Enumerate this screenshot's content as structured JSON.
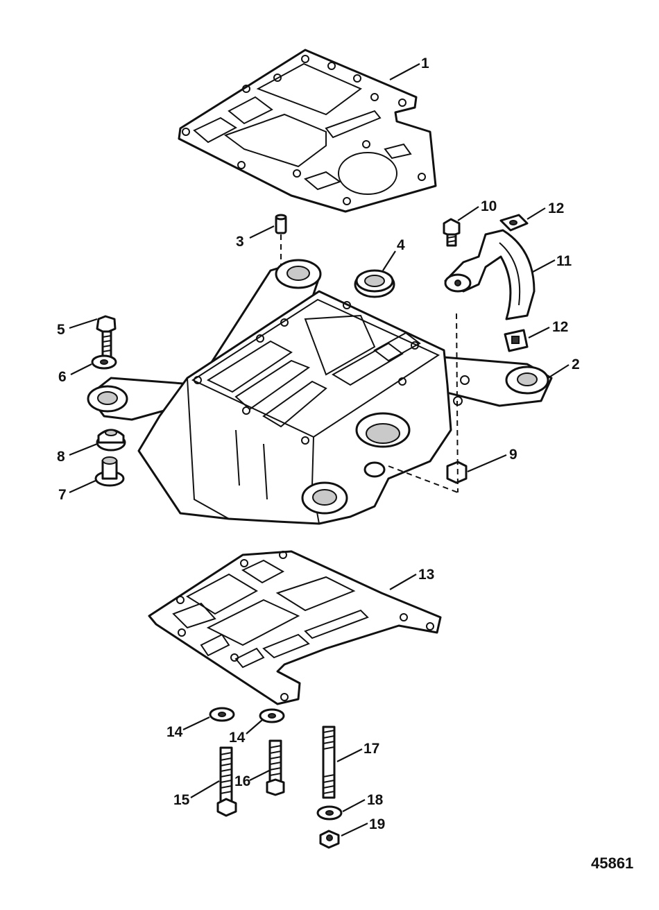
{
  "figure_number": "45861",
  "callouts": [
    {
      "id": "c1",
      "label": "1"
    },
    {
      "id": "c2",
      "label": "2"
    },
    {
      "id": "c3",
      "label": "3"
    },
    {
      "id": "c4",
      "label": "4"
    },
    {
      "id": "c5",
      "label": "5"
    },
    {
      "id": "c6",
      "label": "6"
    },
    {
      "id": "c7",
      "label": "7"
    },
    {
      "id": "c8",
      "label": "8"
    },
    {
      "id": "c9",
      "label": "9"
    },
    {
      "id": "c10",
      "label": "10"
    },
    {
      "id": "c11",
      "label": "11"
    },
    {
      "id": "c12a",
      "label": "12"
    },
    {
      "id": "c12b",
      "label": "12"
    },
    {
      "id": "c13",
      "label": "13"
    },
    {
      "id": "c14a",
      "label": "14"
    },
    {
      "id": "c14b",
      "label": "14"
    },
    {
      "id": "c15",
      "label": "15"
    },
    {
      "id": "c16",
      "label": "16"
    },
    {
      "id": "c17",
      "label": "17"
    },
    {
      "id": "c18",
      "label": "18"
    },
    {
      "id": "c19",
      "label": "19"
    }
  ]
}
